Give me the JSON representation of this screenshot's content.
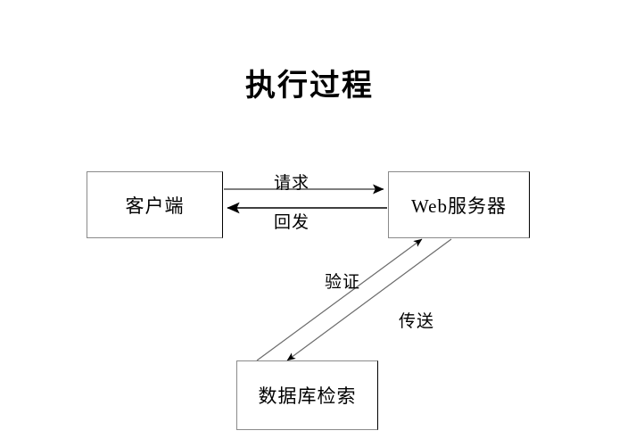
{
  "diagram": {
    "title": "执行过程",
    "type": "flow-diagram",
    "nodes": [
      {
        "id": "client",
        "label": "客户端"
      },
      {
        "id": "webserver",
        "label": "Web服务器"
      },
      {
        "id": "database",
        "label": "数据库检索"
      }
    ],
    "edges": [
      {
        "id": "request",
        "label": "请求",
        "from": "client",
        "to": "webserver",
        "direction": "right"
      },
      {
        "id": "postback",
        "label": "回发",
        "from": "webserver",
        "to": "client",
        "direction": "left"
      },
      {
        "id": "verify",
        "label": "验证",
        "from": "database",
        "to": "webserver",
        "direction": "up-right"
      },
      {
        "id": "transmit",
        "label": "传送",
        "from": "webserver",
        "to": "database",
        "direction": "down-left"
      }
    ],
    "colors": {
      "background": "#ffffff",
      "stroke": "#000000",
      "box_light_edge": "#8a8a8a",
      "text": "#000000"
    }
  }
}
